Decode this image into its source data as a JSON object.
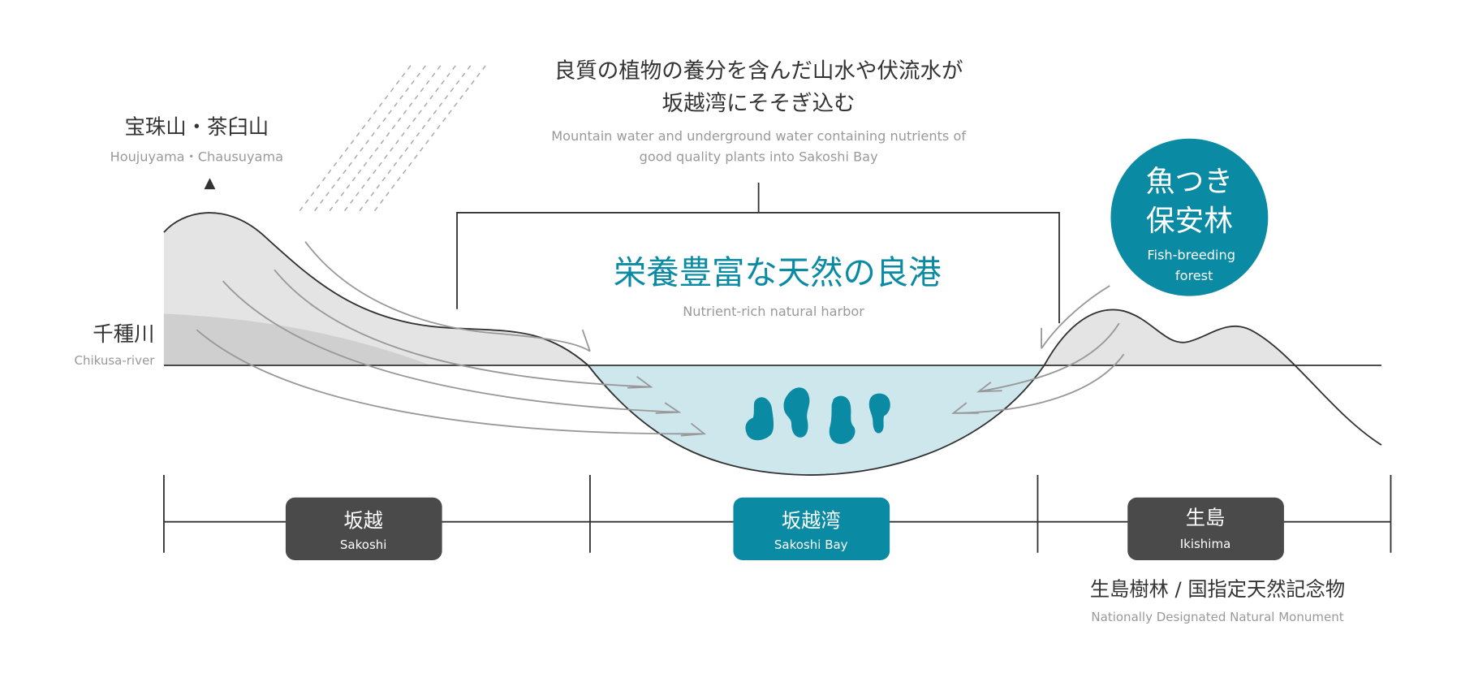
{
  "headline": {
    "jp_line1": "良質の植物の養分を含んだ山水や伏流水が",
    "jp_line2": "坂越湾にそそぎ込む",
    "en_line1": "Mountain water and underground water containing nutrients of",
    "en_line2": "good quality plants into Sakoshi Bay"
  },
  "mountain": {
    "jp": "宝珠山・茶臼山",
    "en": "Houjuyama・Chausuyama"
  },
  "river": {
    "jp": "千種川",
    "en": "Chikusa-river"
  },
  "harbor": {
    "jp": "栄養豊富な天然の良港",
    "en": "Nutrient-rich natural harbor"
  },
  "forest_badge": {
    "jp_line1": "魚つき",
    "jp_line2": "保安林",
    "en_line1": "Fish-breeding",
    "en_line2": "forest"
  },
  "regions": [
    {
      "jp": "坂越",
      "en": "Sakoshi",
      "color": "#4a4a4a"
    },
    {
      "jp": "坂越湾",
      "en": "Sakoshi Bay",
      "color": "#0a8ba3"
    },
    {
      "jp": "生島",
      "en": "Ikishima",
      "color": "#4a4a4a"
    }
  ],
  "monument": {
    "jp": "生島樹林 / 国指定天然記念物",
    "en": "Nationally Designated Natural Monument"
  },
  "colors": {
    "teal": "#0a8ba3",
    "water": "#cde7ec",
    "land": "#e4e4e4",
    "dark": "#4a4a4a"
  }
}
